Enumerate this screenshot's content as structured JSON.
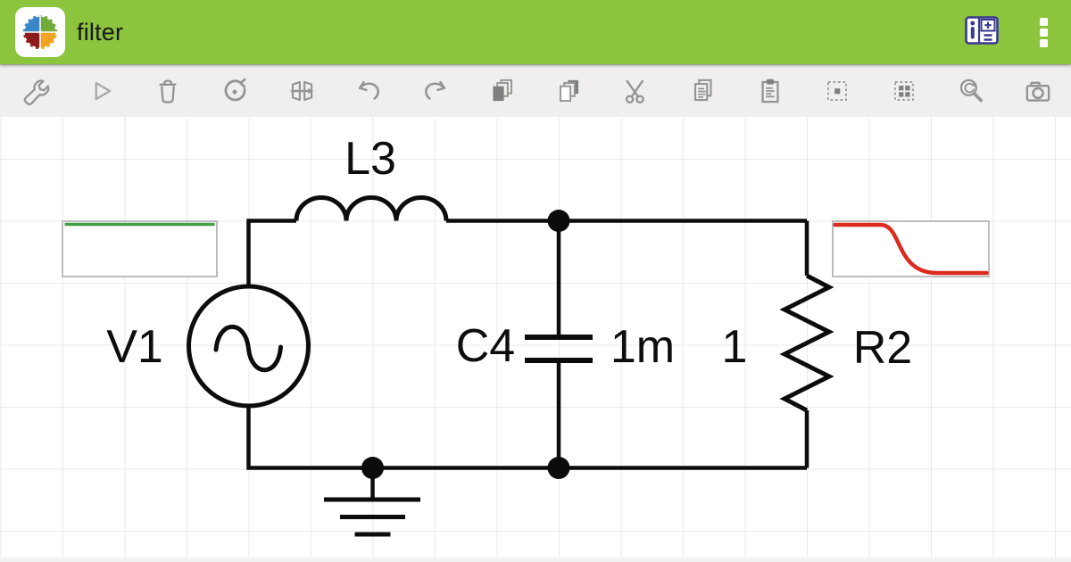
{
  "header": {
    "title": "filter",
    "background_color": "#8CC43E",
    "app_icon": "everycircuit-logo",
    "actions": [
      {
        "name": "component-values",
        "icon": "info-calculator-icon"
      },
      {
        "name": "overflow-menu",
        "icon": "overflow-menu-icon"
      }
    ]
  },
  "toolbar": {
    "background_color": "#F0EFED",
    "icon_color": "#949494",
    "items": [
      {
        "name": "properties",
        "icon": "wrench-icon"
      },
      {
        "name": "simulate",
        "icon": "play-icon"
      },
      {
        "name": "delete",
        "icon": "trash-icon"
      },
      {
        "name": "rotate",
        "icon": "rotate-icon"
      },
      {
        "name": "flip",
        "icon": "flip-icon"
      },
      {
        "name": "undo",
        "icon": "undo-icon"
      },
      {
        "name": "redo",
        "icon": "redo-icon"
      },
      {
        "name": "bring-forward",
        "icon": "bring-forward-icon"
      },
      {
        "name": "send-backward",
        "icon": "send-backward-icon"
      },
      {
        "name": "cut",
        "icon": "scissors-icon"
      },
      {
        "name": "copy",
        "icon": "copy-icon"
      },
      {
        "name": "paste",
        "icon": "paste-icon"
      },
      {
        "name": "select",
        "icon": "select-icon"
      },
      {
        "name": "select-all",
        "icon": "select-all-icon"
      },
      {
        "name": "zoom",
        "icon": "magnifier-icon"
      },
      {
        "name": "screenshot",
        "icon": "camera-icon"
      }
    ]
  },
  "circuit": {
    "wire_color": "#0C0C0C",
    "grid_color": "#EAEAEA",
    "labels": {
      "v1": "V1",
      "l3": "L3",
      "c4": "C4",
      "c4_value": "1m",
      "r2_value": "1",
      "r2": "R2"
    },
    "components": [
      {
        "id": "V1",
        "type": "ac-voltage-source"
      },
      {
        "id": "L3",
        "type": "inductor"
      },
      {
        "id": "C4",
        "type": "capacitor",
        "value": "1m"
      },
      {
        "id": "R2",
        "type": "resistor",
        "value": "1"
      },
      {
        "type": "ground"
      }
    ],
    "scopes": [
      {
        "position": "left",
        "trace_color": "#43A047",
        "trace_shape": "flat-line-at-top",
        "border_color": "#BDBDBD"
      },
      {
        "position": "right",
        "trace_color": "#DB2B1E",
        "trace_shape": "lowpass-rolloff-sigmoid",
        "border_color": "#BDBDBD"
      }
    ]
  }
}
